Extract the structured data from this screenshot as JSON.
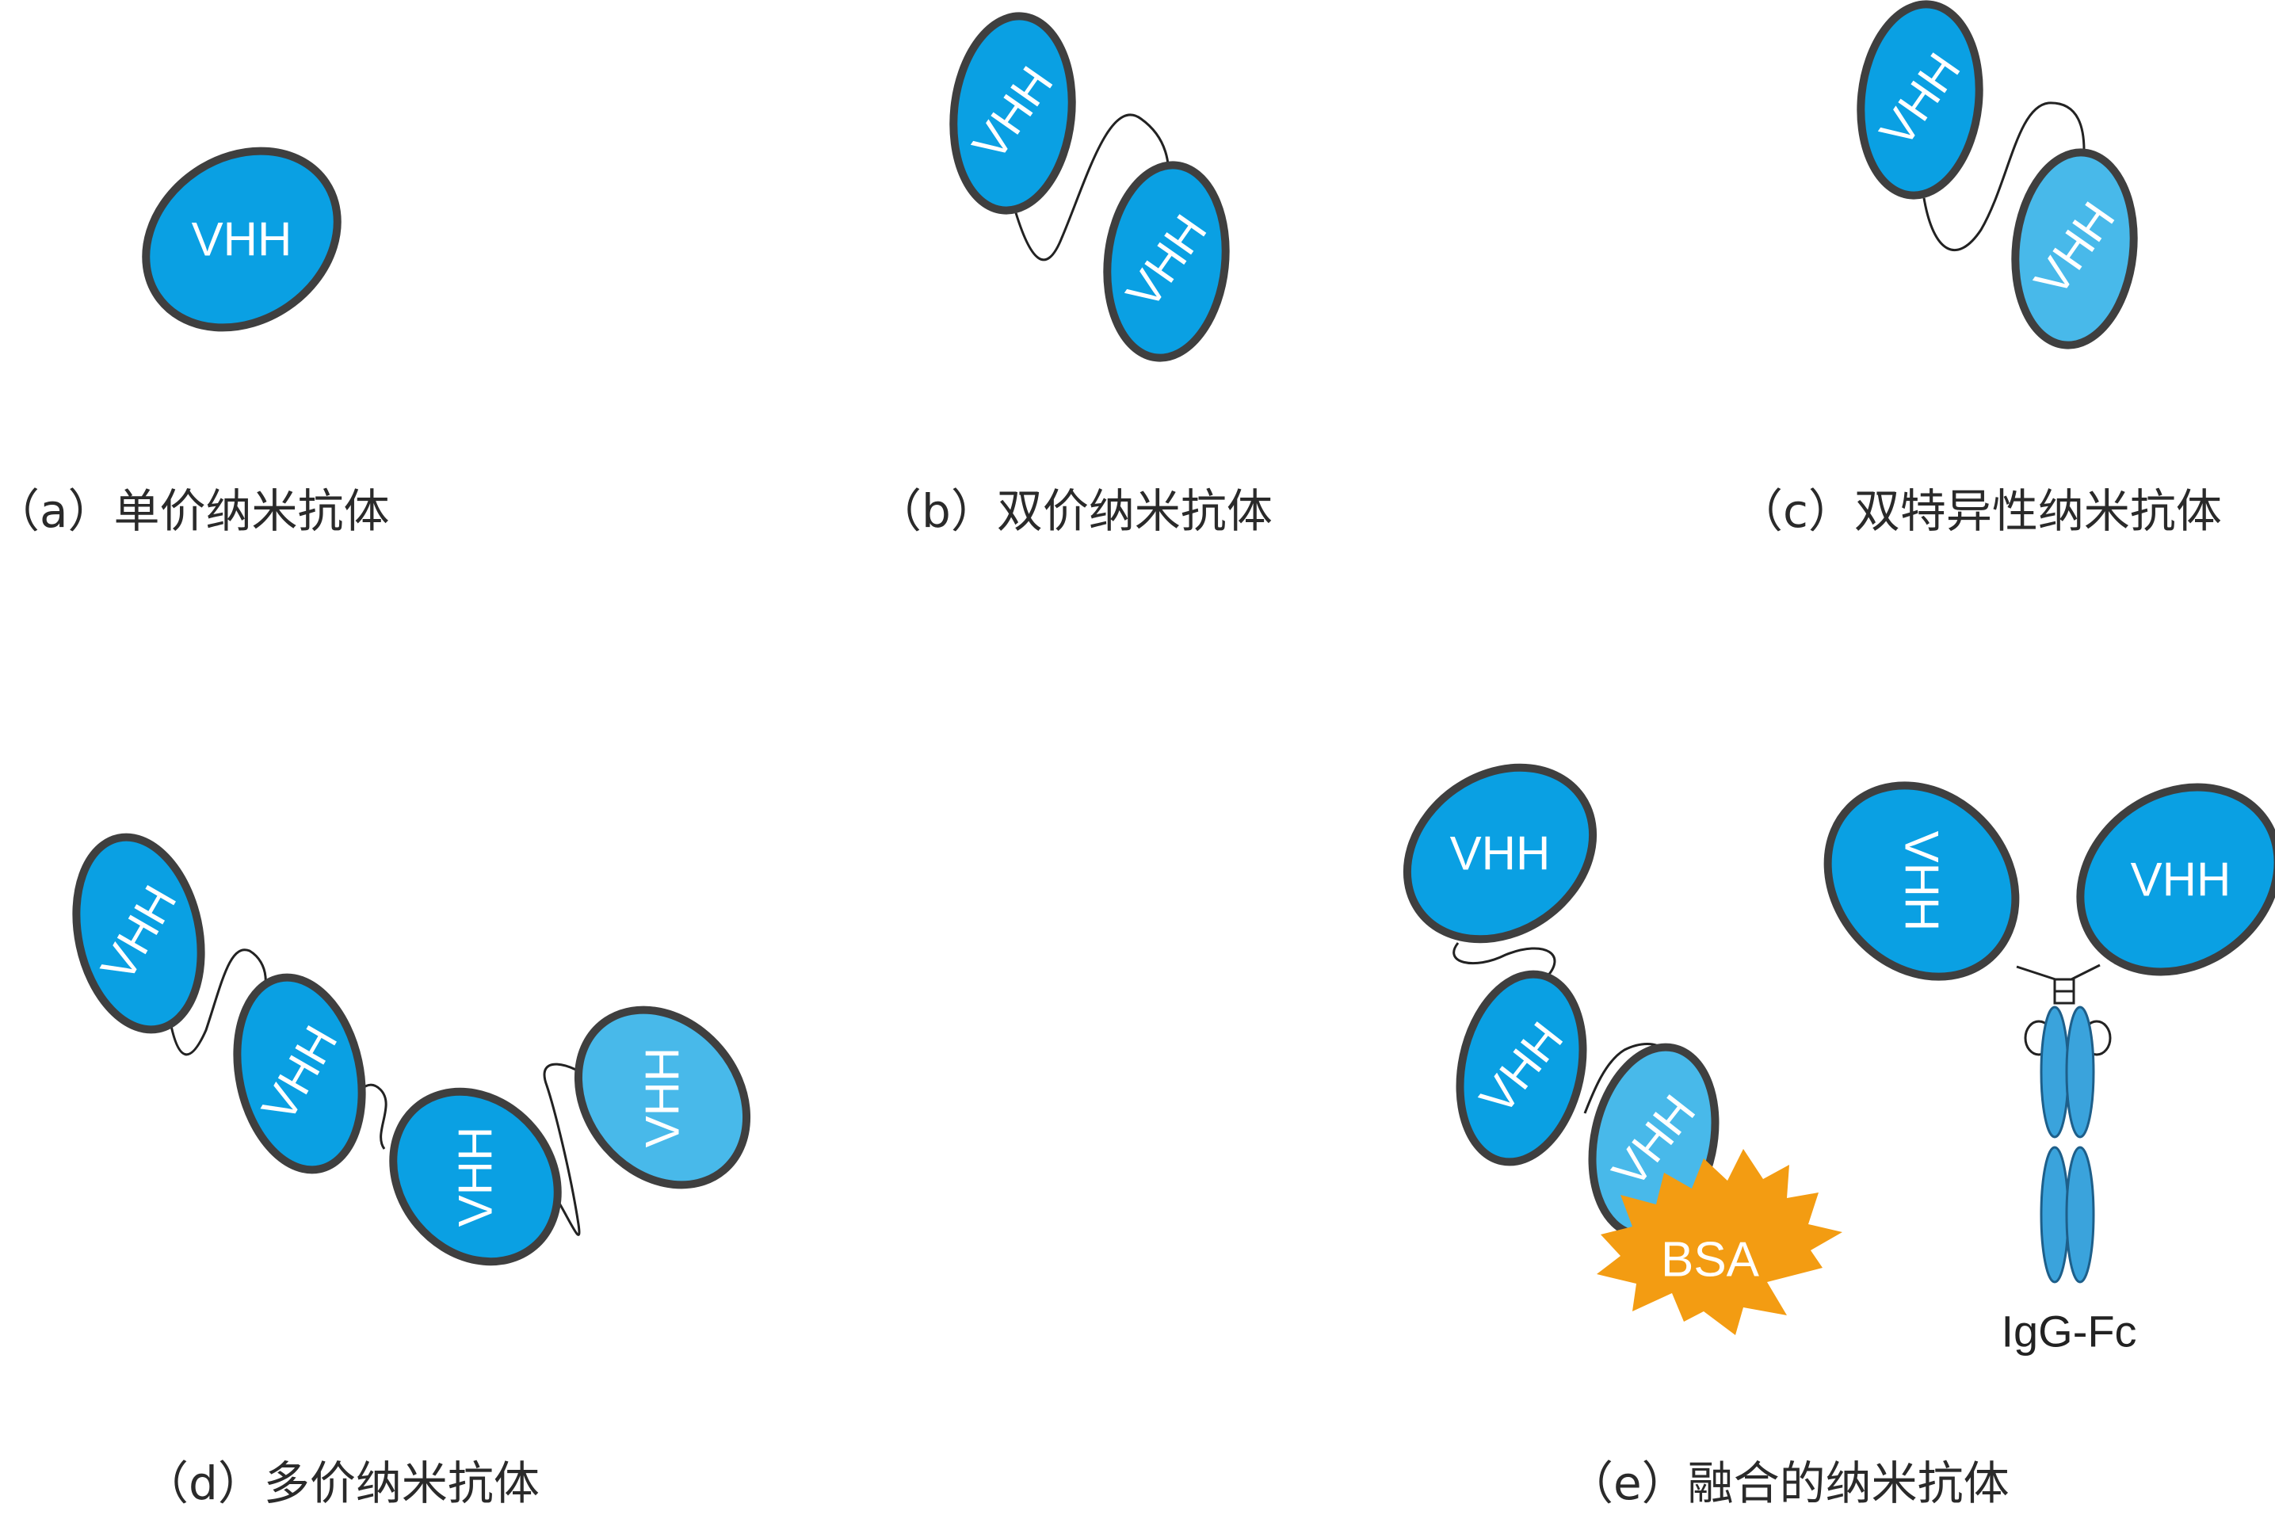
{
  "domain_label": "VHH",
  "colors": {
    "vhh_fill": "#0aa0e3",
    "vhh_alt_fill": "#48b9ea",
    "vhh_outline": "#3f3f3f",
    "bsa_fill": "#f39c12",
    "fc_fill": "#3aa3dc"
  },
  "panels": {
    "a": {
      "caption": "（a）单价纳米抗体"
    },
    "b": {
      "caption": "（b）双价纳米抗体"
    },
    "c": {
      "caption": "（c）双特异性纳米抗体"
    },
    "d": {
      "caption": "（d）多价纳米抗体"
    },
    "e": {
      "caption": "（e）融合的纳米抗体",
      "bsa_label": "BSA",
      "fc_label": "IgG-Fc"
    }
  }
}
